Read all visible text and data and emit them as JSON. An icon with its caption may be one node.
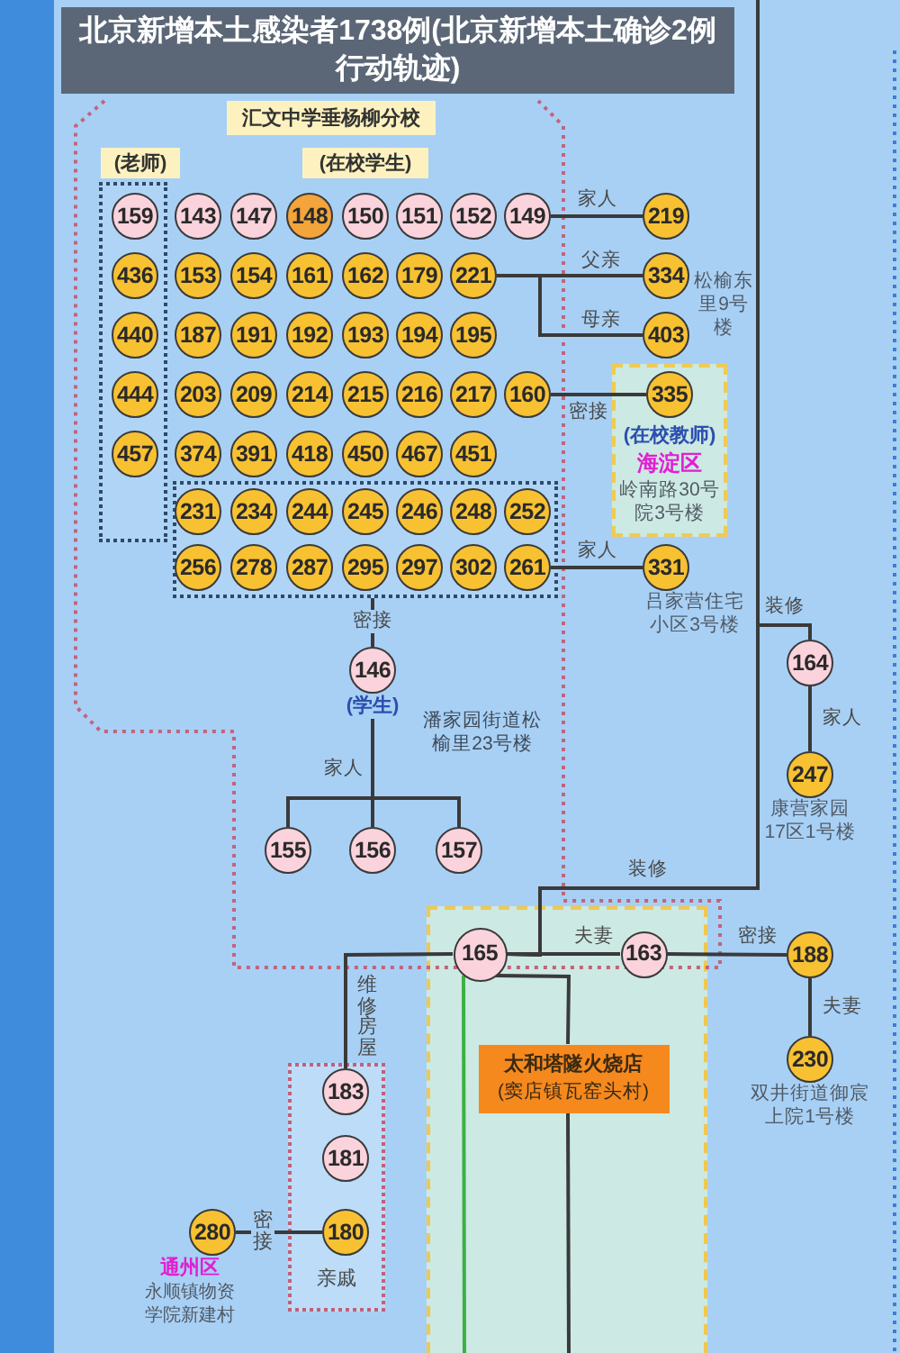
{
  "diagram": {
    "title": "北京新增本土感染者1738例(北京新增本土确诊2例行动轨迹)",
    "nodes": [
      {
        "text": [
          "汇文中学垂杨柳分校"
        ]
      },
      {
        "text": [
          "(老师)"
        ]
      },
      {
        "text": [
          "(在校学生)"
        ]
      },
      {
        "text": [
          "159"
        ],
        "in": 1
      },
      {
        "text": [
          "143"
        ]
      },
      {
        "text": [
          "147"
        ]
      },
      {
        "text": [
          "148"
        ]
      },
      {
        "text": [
          "150"
        ]
      },
      {
        "text": [
          "151"
        ]
      },
      {
        "text": [
          "152"
        ]
      },
      {
        "text": [
          "149"
        ]
      },
      {
        "text": [
          "219"
        ]
      },
      {
        "text": [
          "436"
        ],
        "in": 1
      },
      {
        "text": [
          "153"
        ]
      },
      {
        "text": [
          "154"
        ]
      },
      {
        "text": [
          "161"
        ]
      },
      {
        "text": [
          "162"
        ]
      },
      {
        "text": [
          "179"
        ]
      },
      {
        "text": [
          "221"
        ]
      },
      {
        "text": [
          "334"
        ]
      },
      {
        "text": [
          "440"
        ],
        "in": 1
      },
      {
        "text": [
          "187"
        ]
      },
      {
        "text": [
          "191"
        ]
      },
      {
        "text": [
          "192"
        ]
      },
      {
        "text": [
          "193"
        ]
      },
      {
        "text": [
          "194"
        ]
      },
      {
        "text": [
          "195"
        ]
      },
      {
        "text": [
          "403"
        ]
      },
      {
        "text": [
          "444"
        ],
        "in": 1
      },
      {
        "text": [
          "203"
        ]
      },
      {
        "text": [
          "209"
        ]
      },
      {
        "text": [
          "214"
        ]
      },
      {
        "text": [
          "215"
        ]
      },
      {
        "text": [
          "216"
        ]
      },
      {
        "text": [
          "217"
        ]
      },
      {
        "text": [
          "160"
        ]
      },
      {
        "text": [
          "(在校教师)",
          "海淀区",
          "岭南路30号院3号楼"
        ]
      },
      {
        "text": [
          "335"
        ],
        "in": 36
      },
      {
        "text": [
          "457"
        ],
        "in": 1
      },
      {
        "text": [
          "374"
        ]
      },
      {
        "text": [
          "391"
        ]
      },
      {
        "text": [
          "418"
        ]
      },
      {
        "text": [
          "450"
        ]
      },
      {
        "text": [
          "467"
        ]
      },
      {
        "text": [
          "451"
        ]
      },
      {
        "text": [],
        "shape": "box"
      },
      {
        "text": [
          "231"
        ],
        "in": 45
      },
      {
        "text": [
          "234"
        ],
        "in": 45
      },
      {
        "text": [
          "244"
        ],
        "in": 45
      },
      {
        "text": [
          "245"
        ],
        "in": 45
      },
      {
        "text": [
          "246"
        ],
        "in": 45
      },
      {
        "text": [
          "248"
        ],
        "in": 45
      },
      {
        "text": [
          "252"
        ],
        "in": 45
      },
      {
        "text": [
          "256"
        ],
        "in": 45
      },
      {
        "text": [
          "278"
        ],
        "in": 45
      },
      {
        "text": [
          "287"
        ],
        "in": 45
      },
      {
        "text": [
          "295"
        ],
        "in": 45
      },
      {
        "text": [
          "297"
        ],
        "in": 45
      },
      {
        "text": [
          "302"
        ],
        "in": 45
      },
      {
        "text": [
          "261"
        ],
        "in": 45
      },
      {
        "text": [
          "331"
        ],
        "beside": [
          "吕家营住宅小区3号楼"
        ]
      },
      {
        "text": [
          "146"
        ],
        "beside": [
          "(学生)"
        ]
      },
      {
        "text": [
          "164"
        ]
      },
      {
        "text": [
          "247"
        ],
        "beside": [
          "康营家园17区1号楼"
        ]
      },
      {
        "text": [
          "155"
        ]
      },
      {
        "text": [
          "156"
        ]
      },
      {
        "text": [
          "157"
        ]
      },
      {
        "text": [],
        "shape": "box"
      },
      {
        "text": [
          "165"
        ],
        "in": 67
      },
      {
        "text": [
          "163"
        ],
        "in": 67
      },
      {
        "text": [
          "188"
        ]
      },
      {
        "text": [
          "230"
        ],
        "beside": [
          "双井街道御宸上院1号楼"
        ]
      },
      {
        "text": [
          "太和塔隧火烧店",
          "(窦店镇瓦窑头村)"
        ],
        "in": 67
      },
      {
        "text": [
          "亲戚"
        ]
      },
      {
        "text": [
          "183"
        ],
        "in": 73
      },
      {
        "text": [
          "181"
        ],
        "in": 73
      },
      {
        "text": [
          "280"
        ],
        "beside": [
          "通州区",
          "永顺镇物资学院新建村"
        ]
      },
      {
        "text": [
          "180"
        ],
        "in": 73
      }
    ],
    "edges": [
      {
        "from": 10,
        "to": 11,
        "arrow": "none",
        "label": "家人"
      },
      {
        "from": 18,
        "to": 19,
        "arrow": "none",
        "label": "父亲"
      },
      {
        "from": 18,
        "to": 27,
        "arrow": "none",
        "label": "母亲"
      },
      {
        "from": 35,
        "to": 37,
        "arrow": "none",
        "label": "密接"
      },
      {
        "from": 59,
        "to": 60,
        "arrow": "none",
        "label": "家人"
      },
      {
        "from": 45,
        "to": 61,
        "arrow": "none",
        "label": "密接"
      },
      {
        "from": 61,
        "to": 64,
        "arrow": "none"
      },
      {
        "from": 61,
        "to": 65,
        "arrow": "none",
        "label": "家人"
      },
      {
        "from": 61,
        "to": 66,
        "arrow": "none"
      },
      {
        "from": 62,
        "to": 63,
        "arrow": "none",
        "label": "家人"
      },
      {
        "from": null,
        "to": 68,
        "arrow": "none",
        "label": "装修"
      },
      {
        "from": 62,
        "to": 68,
        "arrow": "none",
        "label": "装修"
      },
      {
        "from": 68,
        "to": 69,
        "arrow": "none",
        "label": "夫妻"
      },
      {
        "from": 69,
        "to": 70,
        "arrow": "none",
        "label": "密接"
      },
      {
        "from": 70,
        "to": 71,
        "arrow": "none",
        "label": "夫妻"
      },
      {
        "from": 68,
        "to": 74,
        "arrow": "none",
        "label": "维修房屋"
      },
      {
        "from": 68,
        "to": 72,
        "arrow": "none"
      },
      {
        "from": 72,
        "to": 67,
        "arrow": "none"
      },
      {
        "from": 68,
        "to": 67,
        "arrow": "none",
        "color": "#3cb043"
      },
      {
        "from": 76,
        "to": 77,
        "arrow": "none",
        "label": "密接"
      }
    ],
    "labels": [
      "松榆东里9号楼",
      "潘家园街道松榆里23号楼"
    ]
  }
}
